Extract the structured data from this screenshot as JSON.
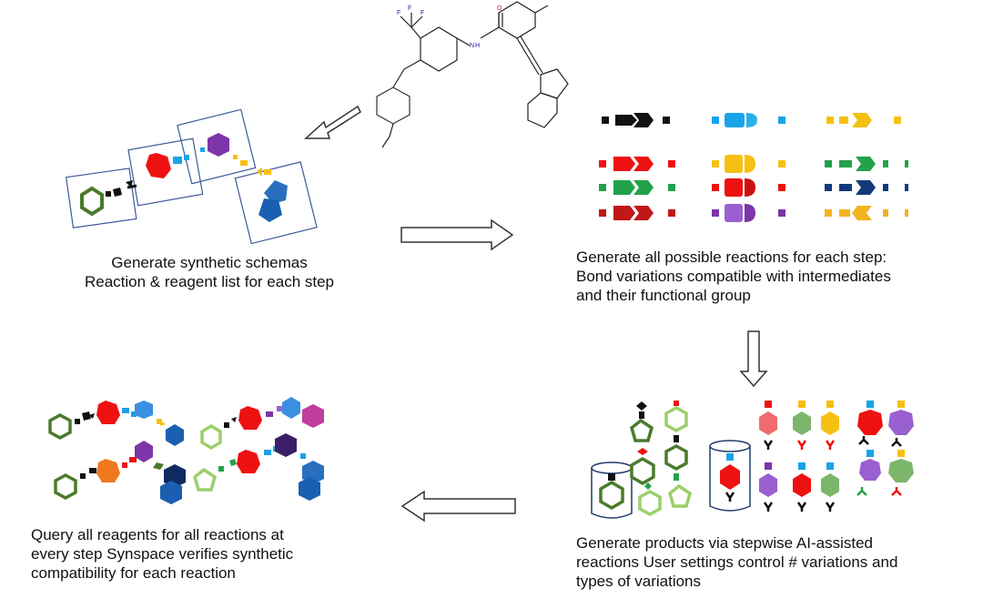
{
  "captions": {
    "schemas": "Generate synthetic schemas\nReaction & reagent list for each step",
    "reactions": "Generate all possible reactions for each step:\nBond variations compatible with intermediates\nand their functional group",
    "query": "Query all reagents for all reactions at\nevery step Synspace verifies synthetic\ncompatibility for each reaction",
    "products": "Generate products via stepwise AI-assisted\nreactions User settings control # variations and\ntypes of variations"
  },
  "molecule": {
    "labels": {
      "cf3_f1": "F",
      "cf3_f2": "F",
      "cf3_f3": "F",
      "carbonyl_o": "O",
      "amide_n": "N",
      "amide_h": "H"
    }
  },
  "colors": {
    "black": "#111111",
    "red": "#ee1111",
    "dark_red": "#c01818",
    "green": "#22a24a",
    "dark_green": "#4b7a2b",
    "light_green": "#9ccf6a",
    "olive": "#7bb66a",
    "blue": "#1aa3e8",
    "light_blue": "#29b0ea",
    "navy": "#123a7a",
    "steel_blue": "#2a6fbf",
    "yellow": "#f6c012",
    "orange_yellow": "#f2b320",
    "purple": "#7d35a8",
    "violet": "#9a5fd0",
    "magenta": "#c13c9c",
    "orange": "#f0781e",
    "salmon": "#f06b6b",
    "dark_purple": "#3b1f66",
    "dark_navy": "#0f2a60",
    "arrow_outline": "#333333"
  },
  "icons": [
    "molecule-structure",
    "hollow-arrow-right",
    "hollow-arrow-left",
    "hollow-arrow-down",
    "hollow-arrow-diagonal",
    "reagent-bottle-icon",
    "hexagon-ring-icon",
    "pentagon-ring-icon"
  ]
}
